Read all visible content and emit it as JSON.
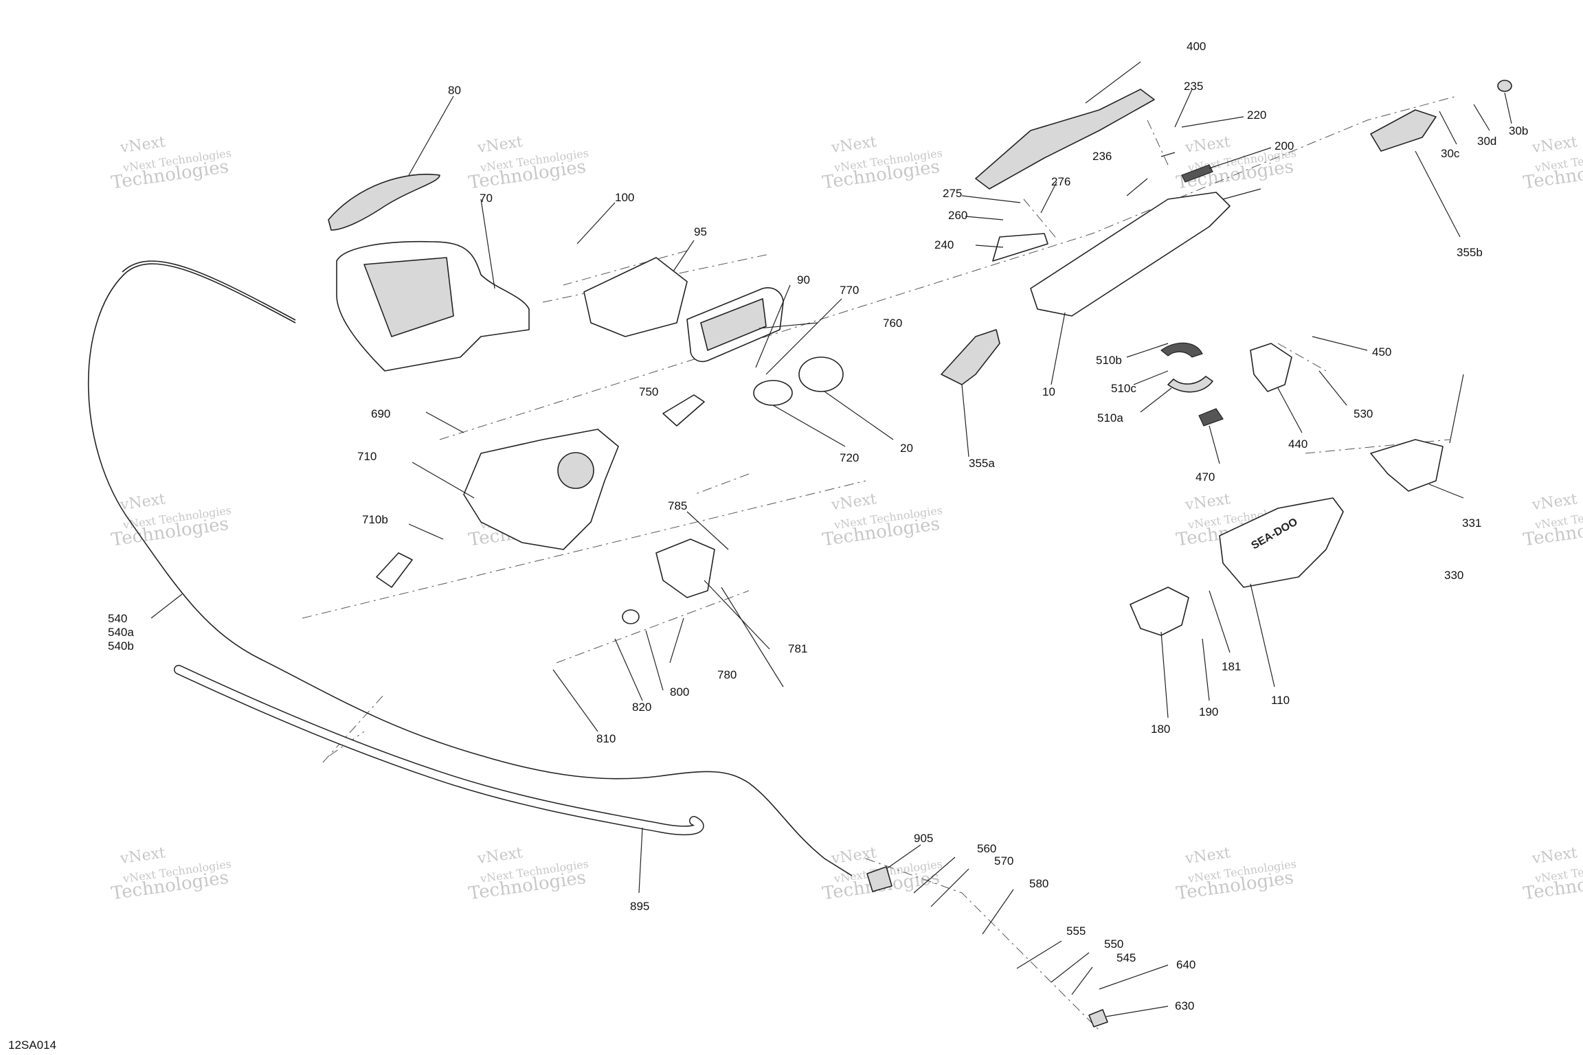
{
  "diagram_code": "12SA014",
  "watermark": {
    "line1": "vNext Technologies",
    "line2": "Technologies",
    "overlay": "vNext"
  },
  "labels": {
    "p10": "10",
    "p20": "20",
    "p30b": "30b",
    "p30c": "30c",
    "p30d": "30d",
    "p70": "70",
    "p80": "80",
    "p90": "90",
    "p95": "95",
    "p100": "100",
    "p110": "110",
    "p180": "180",
    "p181": "181",
    "p190": "190",
    "p200": "200",
    "p220": "220",
    "p235": "235",
    "p236": "236",
    "p240": "240",
    "p260": "260",
    "p275": "275",
    "p276": "276",
    "p330": "330",
    "p331": "331",
    "p355a": "355a",
    "p355b": "355b",
    "p400": "400",
    "p440": "440",
    "p450": "450",
    "p470": "470",
    "p510a": "510a",
    "p510b": "510b",
    "p510c": "510c",
    "p530": "530",
    "p540": "540",
    "p540a": "540a",
    "p540b": "540b",
    "p545": "545",
    "p550": "550",
    "p555": "555",
    "p560": "560",
    "p570": "570",
    "p580": "580",
    "p630": "630",
    "p640": "640",
    "p690": "690",
    "p710": "710",
    "p710b": "710b",
    "p720": "720",
    "p750": "750",
    "p760": "760",
    "p770": "770",
    "p780": "780",
    "p781": "781",
    "p785": "785",
    "p800": "800",
    "p810": "810",
    "p820": "820",
    "p895": "895",
    "p905": "905"
  },
  "logo_text": "SEA-DOO",
  "colors": {
    "line": "#222222",
    "fill_shade": "#d8d8d8",
    "watermark": "#9a9a9a",
    "background": "#ffffff"
  }
}
